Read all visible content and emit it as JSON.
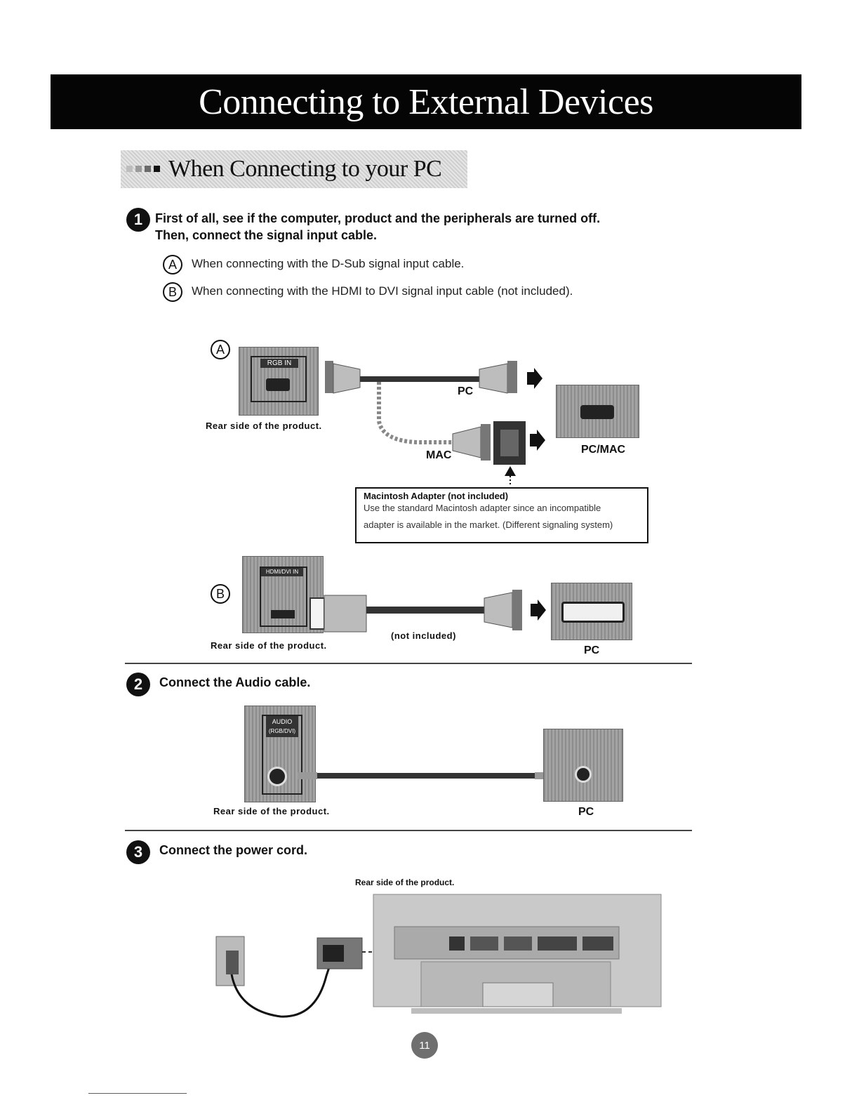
{
  "header": {
    "title": "Connecting to External Devices"
  },
  "section": {
    "title": "When Connecting to your PC"
  },
  "step1": {
    "number": "1",
    "line1": "First of all, see if the computer, product and the peripherals are turned off.",
    "line2": "Then, connect the signal input cable.",
    "option_a": {
      "letter": "A",
      "text": "When connecting with the D-Sub signal input cable."
    },
    "option_b": {
      "letter": "B",
      "text": "When connecting with the HDMI to DVI signal input cable (not included)."
    }
  },
  "diagram_a": {
    "marker": "A",
    "port_label": "RGB IN",
    "caption": "Rear side of the product.",
    "pc_label": "PC",
    "mac_label": "MAC",
    "pcmac_label": "PC/MAC",
    "adapter_title": "Macintosh Adapter (not included)",
    "adapter_line1": "Use the standard Macintosh adapter since an incompatible",
    "adapter_line2": "adapter is available in the market. (Different signaling system)"
  },
  "diagram_b": {
    "marker": "B",
    "port_label": "HDMI/DVI IN",
    "caption": "Rear side of the product.",
    "cable_note": "(not included)",
    "pc_label": "PC"
  },
  "step2": {
    "number": "2",
    "text": "Connect the Audio cable.",
    "port_label_1": "AUDIO",
    "port_label_2": "(RGB/DVI)",
    "caption": "Rear side of the product.",
    "pc_label": "PC"
  },
  "step3": {
    "number": "3",
    "text": "Connect the power cord.",
    "caption": "Rear side of the product."
  },
  "page_number": "11"
}
